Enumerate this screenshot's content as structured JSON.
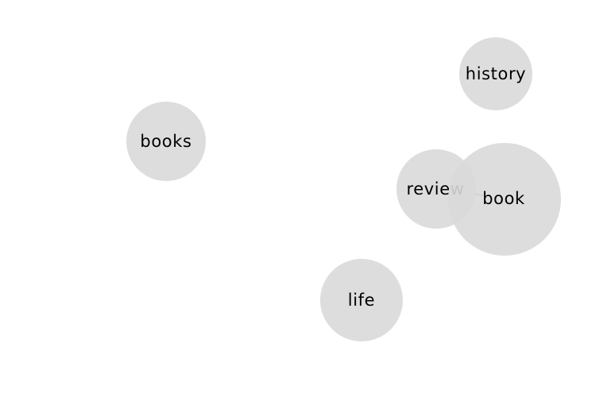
{
  "graph": {
    "nodes": [
      {
        "id": "history",
        "label": "history"
      },
      {
        "id": "books",
        "label": "books"
      },
      {
        "id": "review",
        "label": "review"
      },
      {
        "id": "book",
        "label": "book"
      },
      {
        "id": "life",
        "label": "life"
      }
    ],
    "edges": [
      {
        "source": "review",
        "target": "book"
      }
    ]
  },
  "colors": {
    "node_fill": "#d9d9d9",
    "edge": "#9a9a9a",
    "label": "#000000"
  }
}
